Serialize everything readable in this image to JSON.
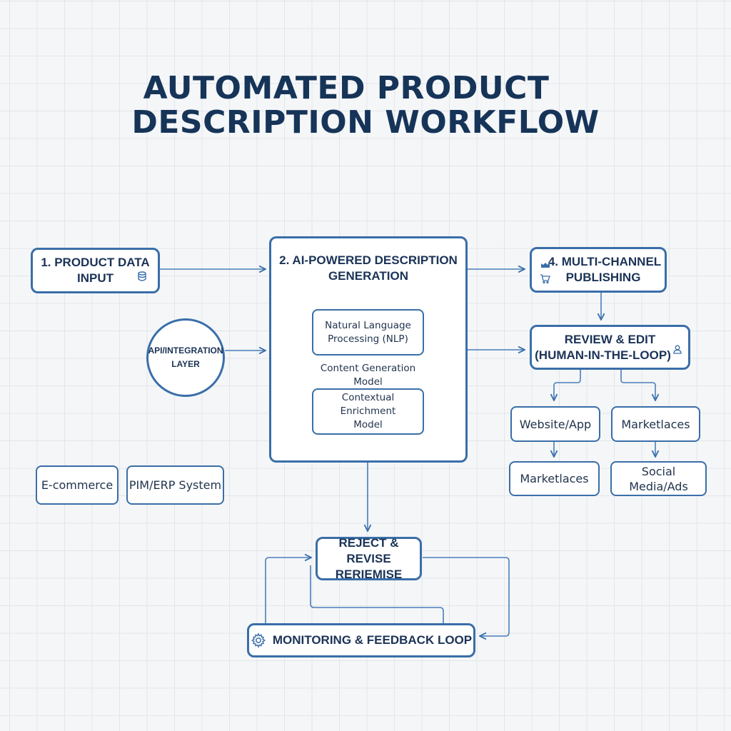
{
  "title": {
    "line1": "AUTOMATED PRODUCT",
    "line2": "DESCRIPTION WORKFLOW"
  },
  "nodes": {
    "product_data_input": {
      "line1": "1. PRODUCT DATA",
      "line2": "INPUT",
      "icon": "database-icon"
    },
    "api_integration": {
      "line1": "API/INTEGRATION",
      "line2": "LAYER"
    },
    "ai_generation": {
      "line1": "2. AI-POWERED DESCRIPTION",
      "line2": "GENERATION",
      "nlp": {
        "line1": "Natural Language",
        "line2": "Processing (NLP)"
      },
      "content_model": {
        "line1": "Content Generation",
        "line2": "Model"
      },
      "enrichment": {
        "line1": "Contextual Enrichment",
        "line2": "Model"
      }
    },
    "multi_channel": {
      "line1": "4. MULTI-CHANNEL",
      "line2": "PUBLISHING",
      "icons": [
        "inbox-icon",
        "cart-icon"
      ]
    },
    "review_edit": {
      "line1": "REVIEW & EDIT",
      "line2": "(HUMAN-IN-THE-LOOP)",
      "icon": "user-icon"
    },
    "website_app": {
      "label": "Website/App"
    },
    "marketplaces_top": {
      "label": "Marketlaces"
    },
    "marketplaces_bottom": {
      "label": "Marketlaces"
    },
    "social_media": {
      "label": "Social Media/Ads"
    },
    "ecommerce": {
      "label": "E-commerce"
    },
    "pim_erp": {
      "label": "PIM/ERP System"
    },
    "reject_revise": {
      "line1": "REJECT & REVISE",
      "line2": "RERIEMISE"
    },
    "monitoring": {
      "label": "MONITORING & FEEDBACK LOOP",
      "icon": "gear-icon"
    }
  },
  "colors": {
    "accent": "#3a6ea8",
    "title": "#163458",
    "text": "#1a2e4a",
    "background": "#f4f6f8",
    "grid": "#e3e6ea"
  }
}
